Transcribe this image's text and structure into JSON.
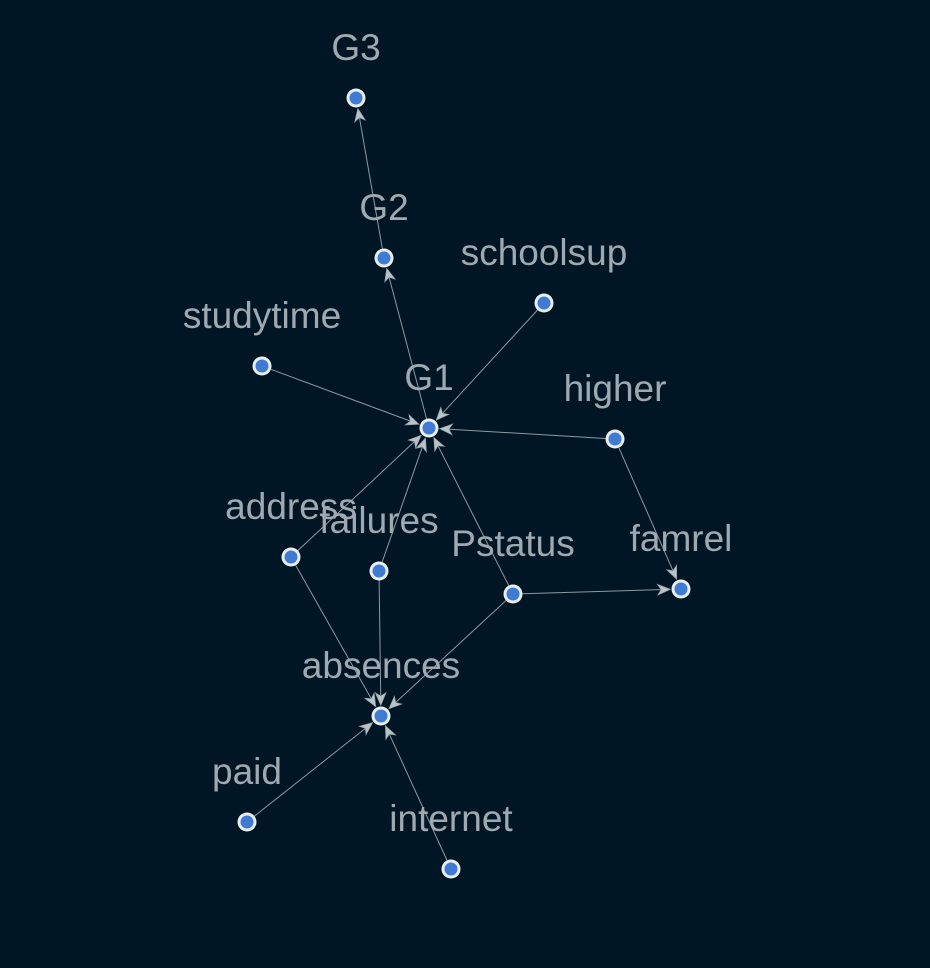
{
  "graph": {
    "type": "directed",
    "background": "#011624",
    "node_fill": "#3f7bd3",
    "node_ring": "#e8edf1",
    "edge_color": "#8e99a1",
    "label_color": "#a1a9b0",
    "nodes": [
      {
        "id": "G3",
        "label": "G3"
      },
      {
        "id": "G2",
        "label": "G2"
      },
      {
        "id": "schoolsup",
        "label": "schoolsup"
      },
      {
        "id": "studytime",
        "label": "studytime"
      },
      {
        "id": "G1",
        "label": "G1"
      },
      {
        "id": "higher",
        "label": "higher"
      },
      {
        "id": "address",
        "label": "address"
      },
      {
        "id": "failures",
        "label": "failures"
      },
      {
        "id": "Pstatus",
        "label": "Pstatus"
      },
      {
        "id": "famrel",
        "label": "famrel"
      },
      {
        "id": "absences",
        "label": "absences"
      },
      {
        "id": "paid",
        "label": "paid"
      },
      {
        "id": "internet",
        "label": "internet"
      }
    ],
    "edges": [
      {
        "from": "G2",
        "to": "G3"
      },
      {
        "from": "G1",
        "to": "G2"
      },
      {
        "from": "schoolsup",
        "to": "G1"
      },
      {
        "from": "studytime",
        "to": "G1"
      },
      {
        "from": "higher",
        "to": "G1"
      },
      {
        "from": "address",
        "to": "G1"
      },
      {
        "from": "failures",
        "to": "G1"
      },
      {
        "from": "Pstatus",
        "to": "G1"
      },
      {
        "from": "higher",
        "to": "famrel"
      },
      {
        "from": "Pstatus",
        "to": "famrel"
      },
      {
        "from": "address",
        "to": "absences"
      },
      {
        "from": "failures",
        "to": "absences"
      },
      {
        "from": "Pstatus",
        "to": "absences"
      },
      {
        "from": "paid",
        "to": "absences"
      },
      {
        "from": "internet",
        "to": "absences"
      }
    ]
  }
}
